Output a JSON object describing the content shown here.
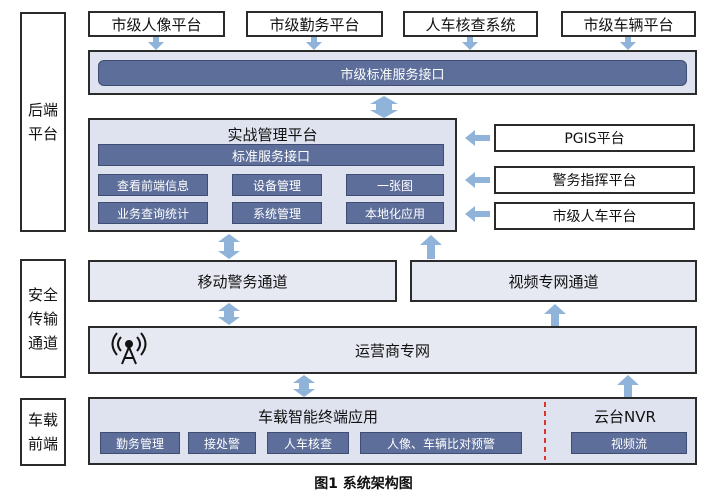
{
  "top_platforms": [
    "市级人像平台",
    "市级勤务平台",
    "人车核查系统",
    "市级车辆平台"
  ],
  "backend": {
    "label_lines": [
      "后端",
      "平台"
    ],
    "service_interface": "市级标准服务接口"
  },
  "combat_platform": {
    "title": "实战管理平台",
    "interface": "标准服务接口",
    "modules": [
      "查看前端信息",
      "设备管理",
      "一张图",
      "业务查询统计",
      "系统管理",
      "本地化应用"
    ]
  },
  "right_platforms": [
    "PGIS平台",
    "警务指挥平台",
    "市级人车平台"
  ],
  "security": {
    "label_lines": [
      "安全",
      "传输",
      "通道"
    ],
    "mobile_channel": "移动警务通道",
    "video_channel": "视频专网通道",
    "operator_network": "运营商专网"
  },
  "vehicle": {
    "label_lines": [
      "车载",
      "前端"
    ],
    "terminal_title": "车载智能终端应用",
    "terminal_items": [
      "勤务管理",
      "接处警",
      "人车核查",
      "人像、车辆比对预警"
    ],
    "nvr_title": "云台NVR",
    "nvr_item": "视频流"
  },
  "caption": "图1 系统架构图",
  "colors": {
    "arrow": "#8fb3d9",
    "bar": "#5d6e9a",
    "panel": "#dfe3f0",
    "divider": "#d9352a"
  }
}
